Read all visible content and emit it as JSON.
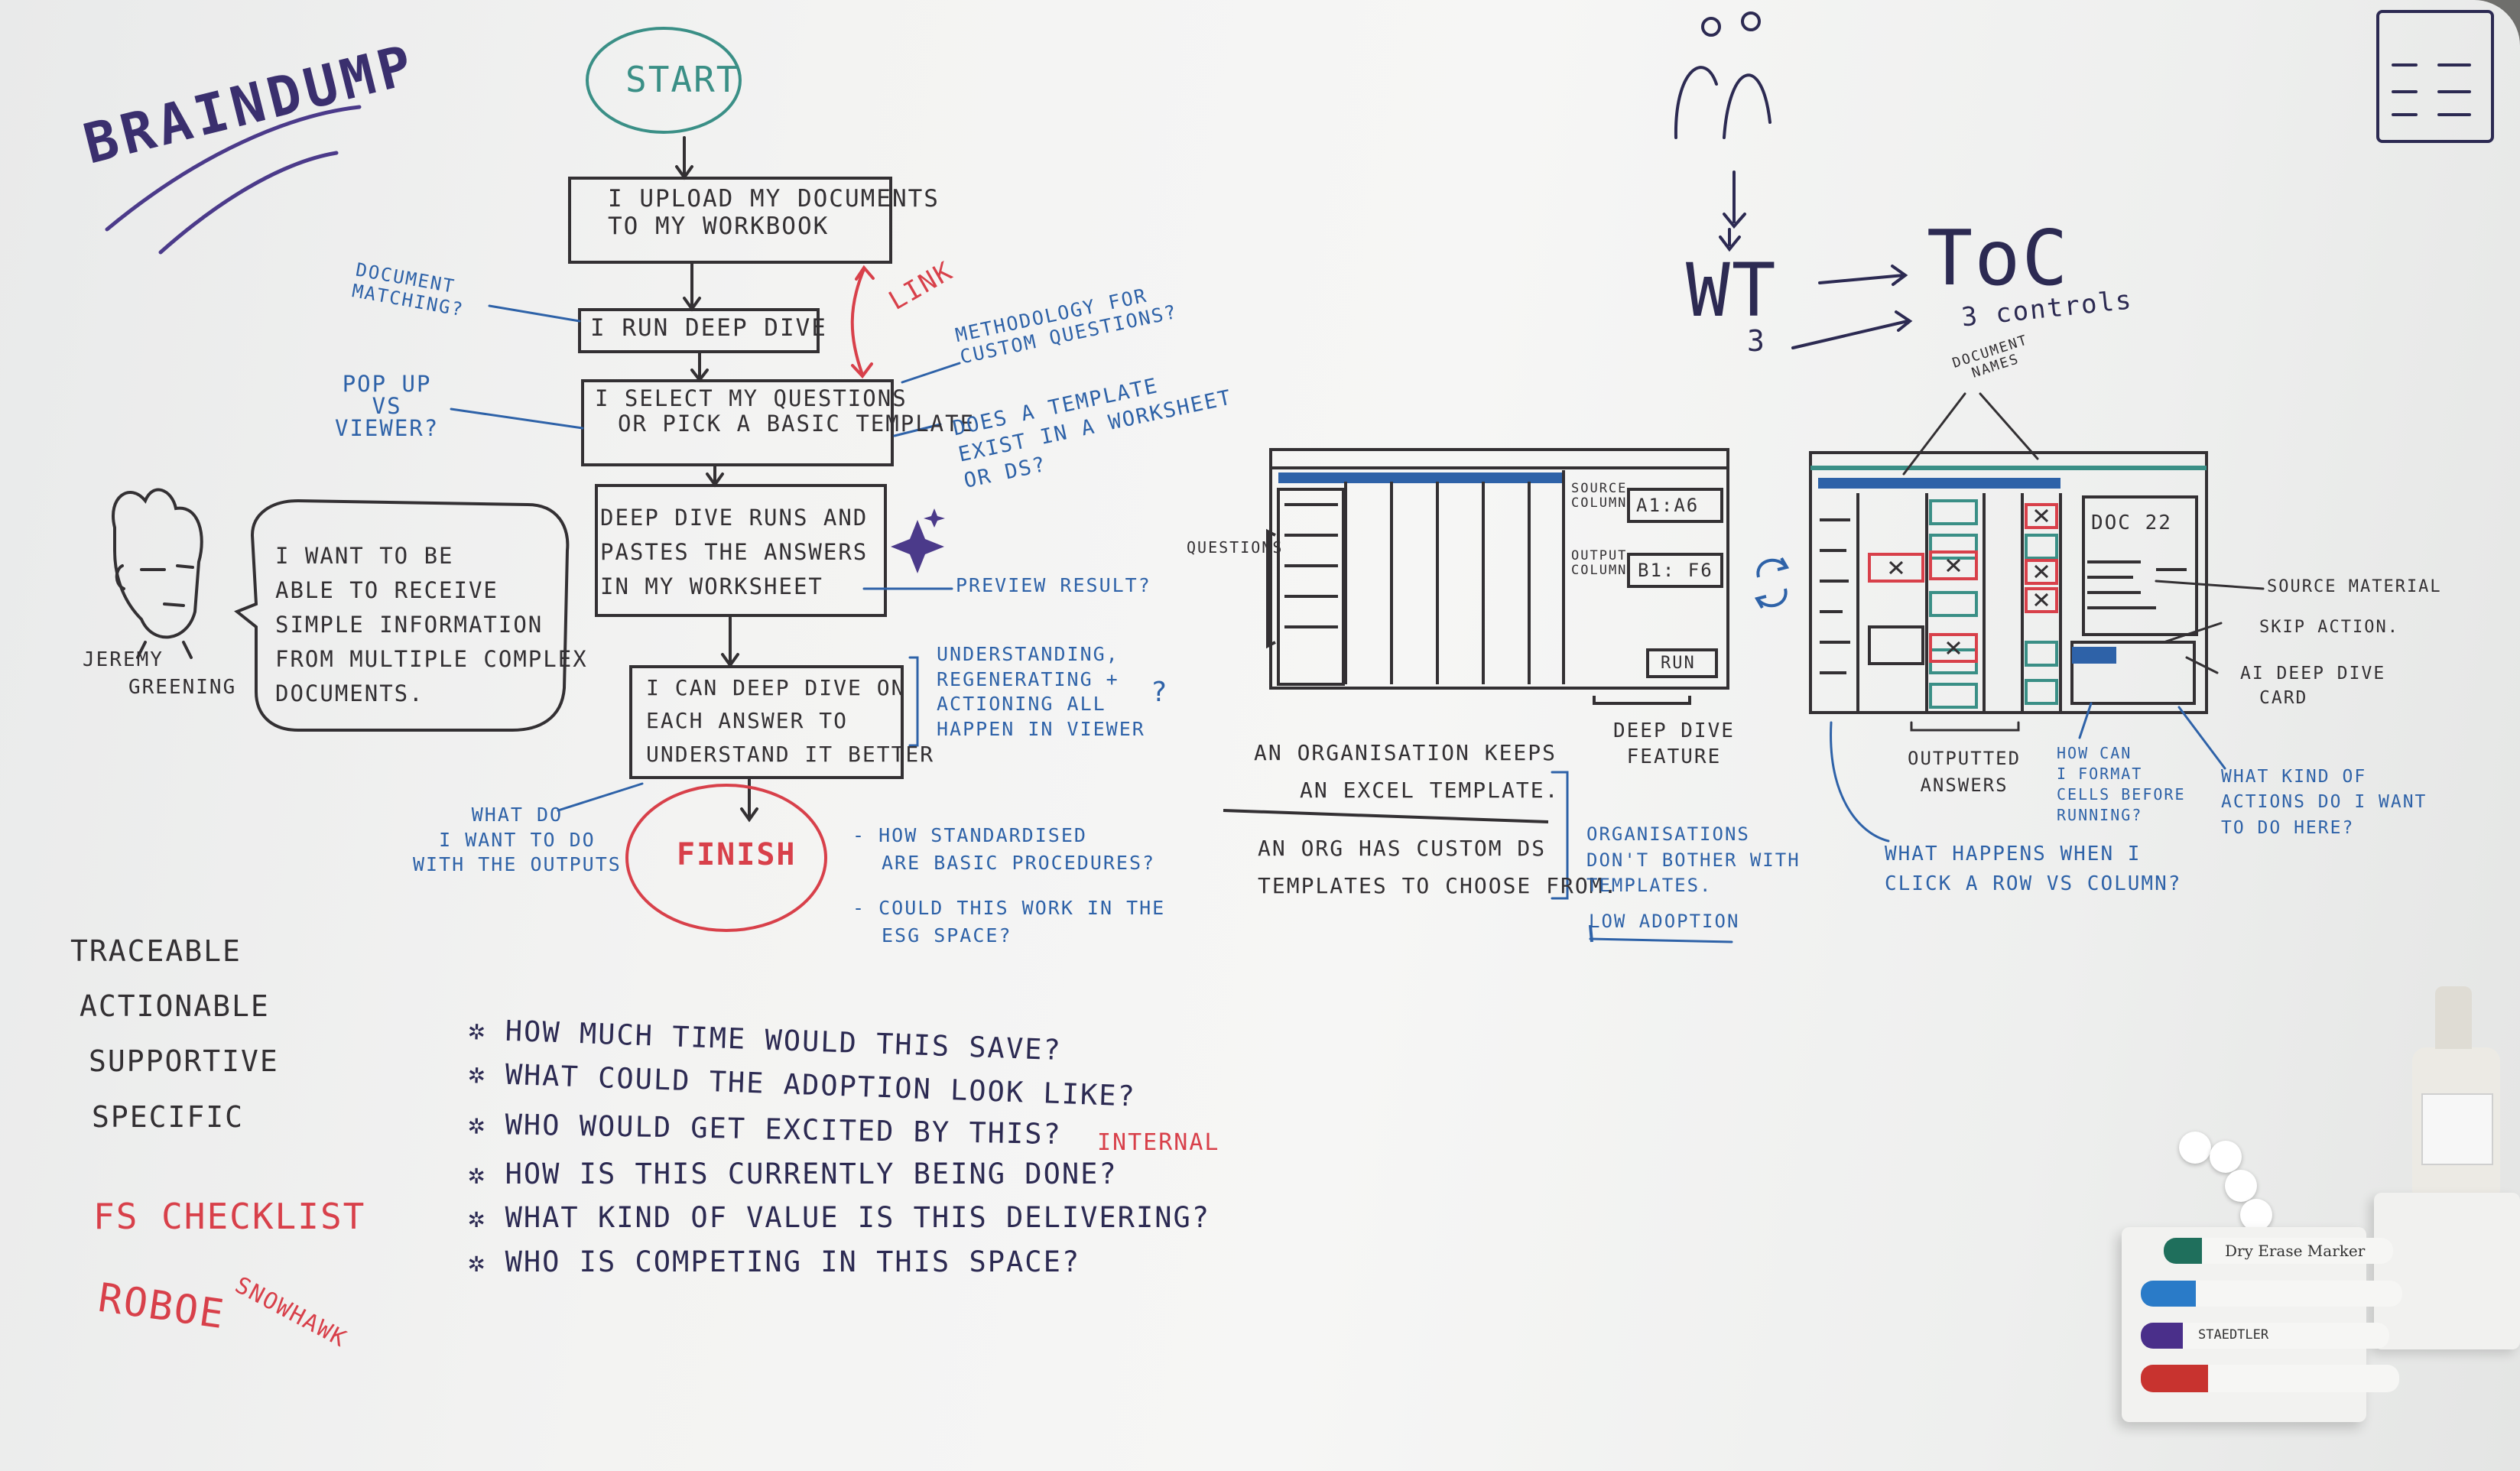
{
  "title": "BRAINDUMP",
  "flow": {
    "start": "START",
    "step1": [
      "I UPLOAD MY DOCUMENTS",
      "TO MY WORKBOOK"
    ],
    "step2": "I RUN DEEP DIVE",
    "step3": [
      "I SELECT MY QUESTIONS",
      "OR PICK A BASIC TEMPLATE"
    ],
    "step4": [
      "DEEP DIVE RUNS AND",
      "PASTES THE ANSWERS",
      "IN MY WORKSHEET"
    ],
    "step5": [
      "I CAN DEEP DIVE ON",
      "EACH ANSWER TO",
      "UNDERSTAND IT BETTER"
    ],
    "finish": "FINISH",
    "link": "LINK"
  },
  "notes": {
    "doc_matching": [
      "DOCUMENT",
      "MATCHING?"
    ],
    "popup": [
      "POP UP",
      "VS",
      "VIEWER?"
    ],
    "methodology": [
      "METHODOLOGY FOR",
      "CUSTOM QUESTIONS?"
    ],
    "template_exist": [
      "DOES A TEMPLATE",
      "EXIST IN A WORKSHEET",
      "OR DS?"
    ],
    "preview": "PREVIEW RESULT?",
    "understanding": [
      "UNDERSTANDING,",
      "REGENERATING +",
      "ACTIONING ALL",
      "HAPPEN IN VIEWER"
    ],
    "question_mark": "?",
    "outputs": [
      "WHAT DO",
      "I WANT TO DO",
      "WITH THE OUTPUTS"
    ],
    "standardised": [
      "- HOW STANDARDISED",
      "ARE BASIC PROCEDURES?"
    ],
    "esg": [
      "- COULD THIS WORK IN THE",
      "ESG SPACE?"
    ]
  },
  "persona": {
    "name": [
      "JEREMY",
      "GREENING"
    ],
    "quote": [
      "I WANT TO BE",
      "ABLE TO RECEIVE",
      "SIMPLE INFORMATION",
      "FROM MULTIPLE COMPLEX",
      "DOCUMENTS."
    ]
  },
  "principles": [
    "TRACEABLE",
    "ACTIONABLE",
    "SUPPORTIVE",
    "SPECIFIC"
  ],
  "red_notes": {
    "checklist": "FS CHECKLIST",
    "robo": "ROBOE",
    "snow": "SNOWHAWK",
    "internal": "INTERNAL"
  },
  "questions": [
    "HOW MUCH TIME WOULD THIS SAVE?",
    "WHAT COULD THE ADOPTION LOOK LIKE?",
    "WHO WOULD GET EXCITED BY THIS?",
    "HOW IS THIS CURRENTLY BEING DONE?",
    "WHAT KIND OF VALUE IS THIS DELIVERING?",
    "WHO IS COMPETING IN THIS SPACE?"
  ],
  "sketch1": {
    "questions": "QUESTIONS",
    "source_label": [
      "SOURCE",
      "COLUMN"
    ],
    "source_value": "A1:A6",
    "output_label": [
      "OUTPUT",
      "COLUMN"
    ],
    "output_value": "B1: F6",
    "run": "RUN",
    "caption": [
      "DEEP DIVE",
      "FEATURE"
    ]
  },
  "org_notes": {
    "keeps": [
      "AN ORGANISATION KEEPS",
      "AN EXCEL TEMPLATE."
    ],
    "custom": [
      "AN ORG HAS CUSTOM DS",
      "TEMPLATES TO CHOOSE FROM."
    ],
    "dont_bother": [
      "ORGANISATIONS",
      "DON'T BOTHER WITH",
      "TEMPLATES."
    ],
    "low": "LOW ADOPTION"
  },
  "sketch2": {
    "document_names": [
      "DOCUMENT",
      "NAMES"
    ],
    "doc_card": "DOC 22",
    "source_material": "SOURCE MATERIAL",
    "skip_action": "SKIP ACTION.",
    "ai_card": [
      "AI DEEP DIVE",
      "CARD"
    ],
    "outputted": [
      "OUTPUTTED",
      "ANSWERS"
    ],
    "format_cells": [
      "HOW CAN",
      "I FORMAT",
      "CELLS BEFORE",
      "RUNNING?"
    ],
    "actions": [
      "WHAT KIND OF",
      "ACTIONS DO I WANT",
      "TO DO HERE?"
    ],
    "click_row": [
      "WHAT HAPPENS WHEN I",
      "CLICK A ROW VS COLUMN?"
    ]
  },
  "top_right": {
    "wt": "WT",
    "toc": "ToC",
    "three": "3",
    "controls": "3 controls"
  },
  "tray": {
    "marker_label": "Dry Erase Marker",
    "brand": "STAEDTLER"
  },
  "colors": {
    "navy": "#2c2a52",
    "blue": "#2e62a8",
    "red": "#d8404a",
    "teal": "#3a8f86",
    "board": "#f3f3f2"
  }
}
